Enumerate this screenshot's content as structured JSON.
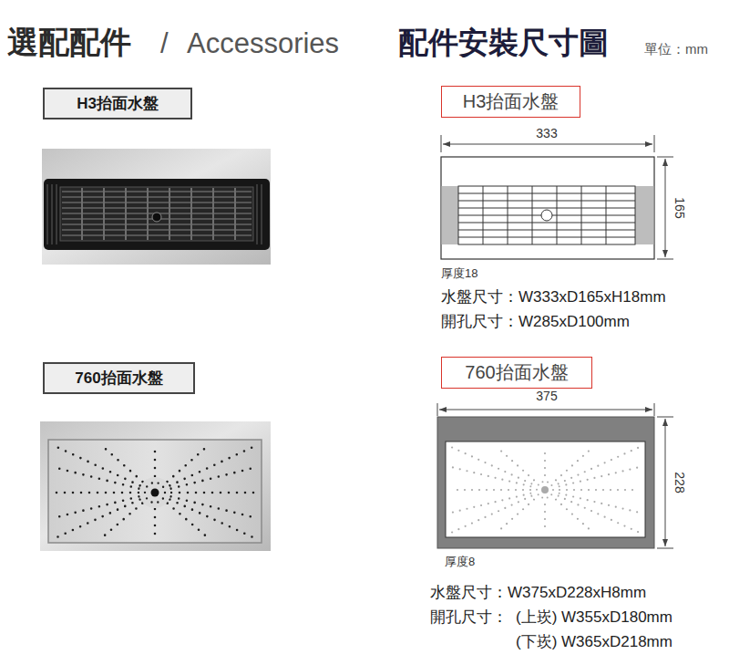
{
  "diagram": {
    "title": "選配配件",
    "nodes": [
      {
        "text": [
          "H3抬面水盤"
        ]
      },
      {
        "text": [
          "760抬面水盤"
        ]
      },
      {
        "text": [
          "H3抬面水盤"
        ]
      },
      {
        "text": [
          "760抬面水盤"
        ]
      }
    ],
    "labels": [
      "/",
      "Accessories",
      "配件安裝尺寸圖",
      "單位：mm",
      "333",
      "165",
      "厚度18",
      "水盤尺寸：W333xD165xH18mm",
      "開孔尺寸：W285xD100mm",
      "375",
      "228",
      "厚度8",
      "水盤尺寸：W375xD228xH8mm",
      "開孔尺寸：",
      "(上崁) W355xD180mm",
      "(下崁) W365xD218mm"
    ]
  }
}
